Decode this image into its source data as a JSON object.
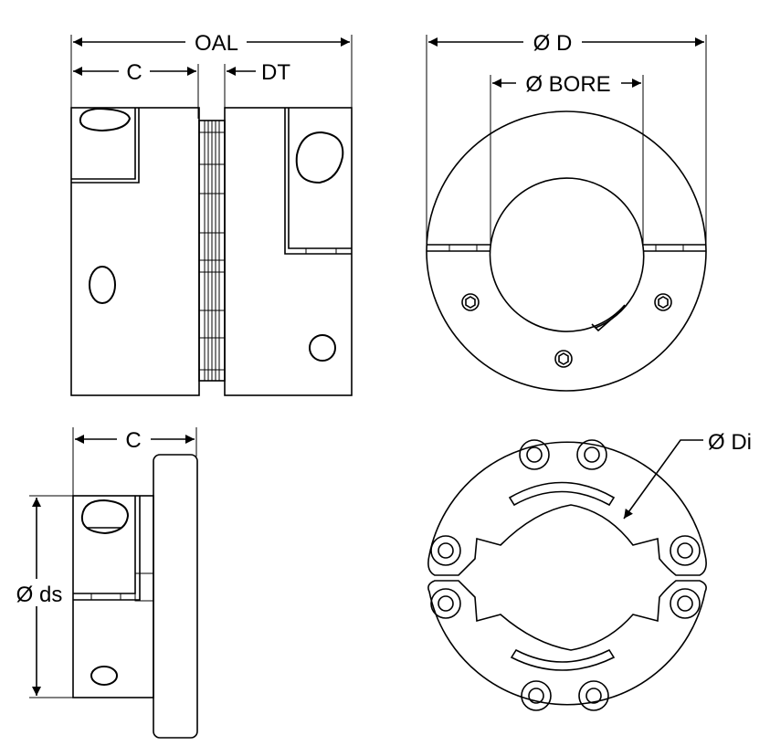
{
  "labels": {
    "oal": "OAL",
    "c_top": "C",
    "dt": "DT",
    "d": "Ø D",
    "bore": "Ø BORE",
    "c_side": "C",
    "ds": "Ø ds",
    "di": "Ø Di"
  },
  "colors": {
    "line": "#000000",
    "background": "#ffffff"
  }
}
